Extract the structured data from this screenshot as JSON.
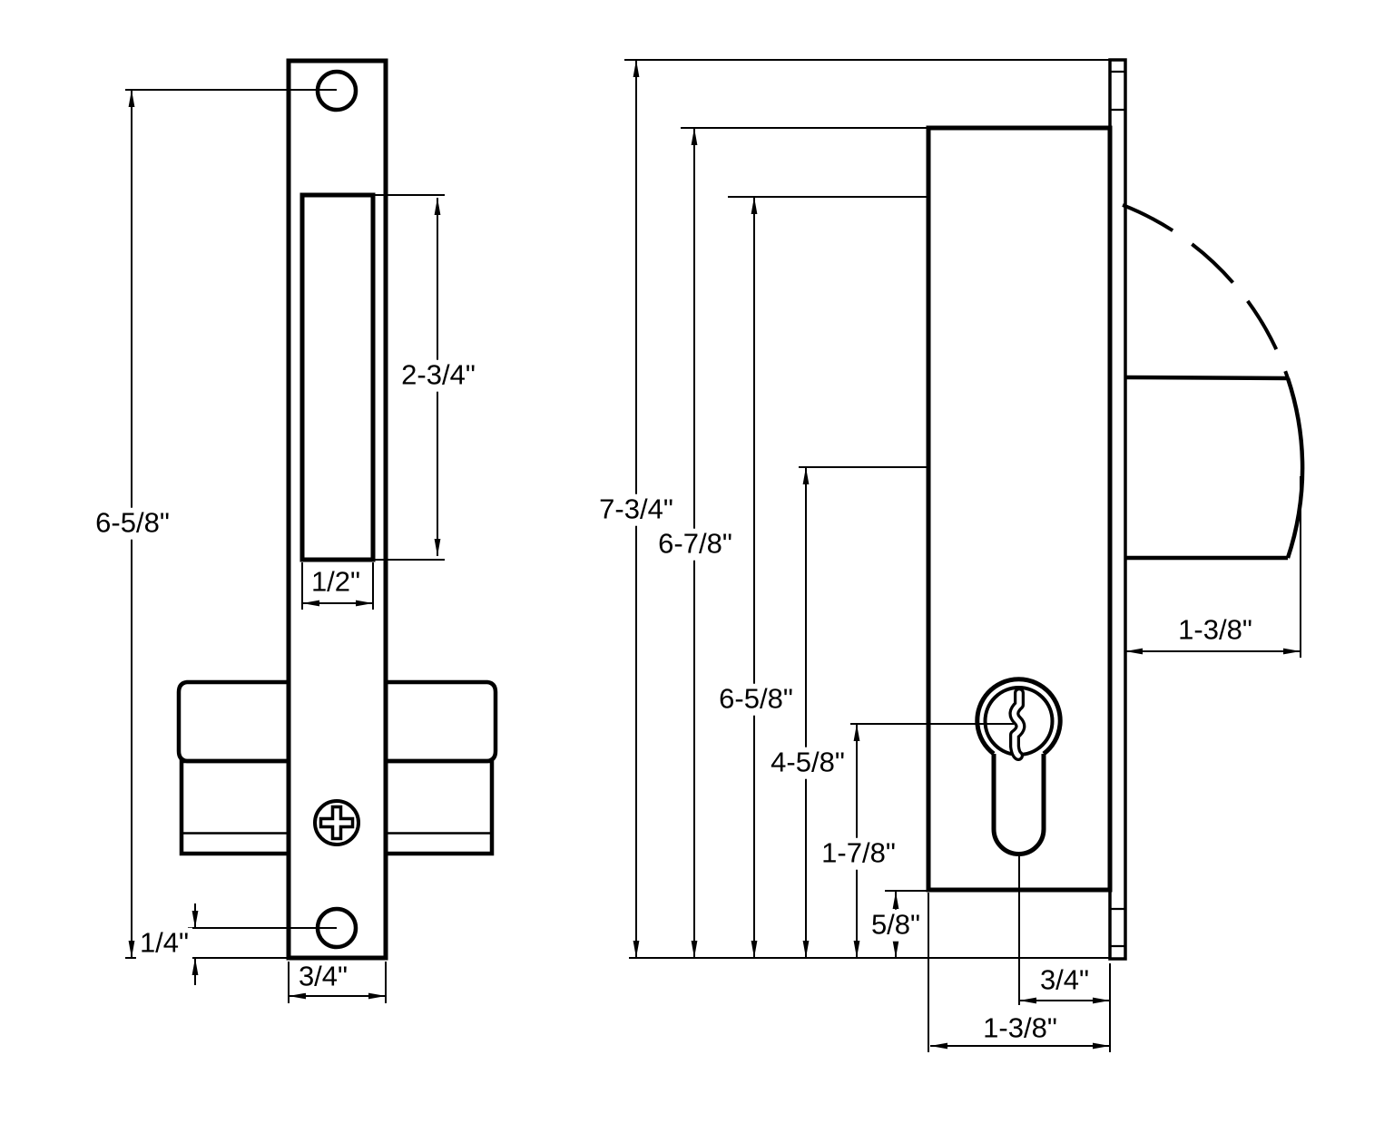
{
  "front_view": {
    "faceplate_height": "6-5/8\"",
    "slot_height": "2-3/4\"",
    "slot_width": "1/2\"",
    "bottom_hole_offset": "1/4\"",
    "faceplate_width": "3/4\""
  },
  "side_view": {
    "overall_height": "7-3/4\"",
    "case_top_height": "6-7/8\"",
    "swing_top_height": "6-5/8\"",
    "bolt_center_height": "4-5/8\"",
    "cylinder_center_height": "1-7/8\"",
    "case_bottom_offset": "5/8\"",
    "cylinder_center_offset": "3/4\"",
    "case_depth": "1-3/8\"",
    "bolt_projection": "1-3/8\""
  }
}
